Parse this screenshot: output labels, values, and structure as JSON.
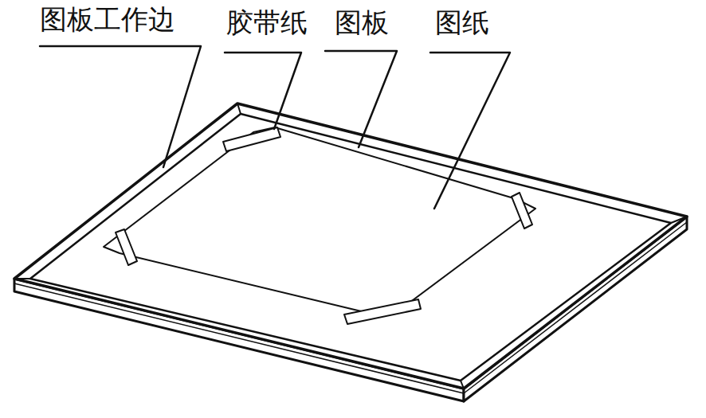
{
  "diagram": {
    "labels": [
      "图板工作边",
      "胶带纸",
      "图板",
      "图纸"
    ]
  }
}
